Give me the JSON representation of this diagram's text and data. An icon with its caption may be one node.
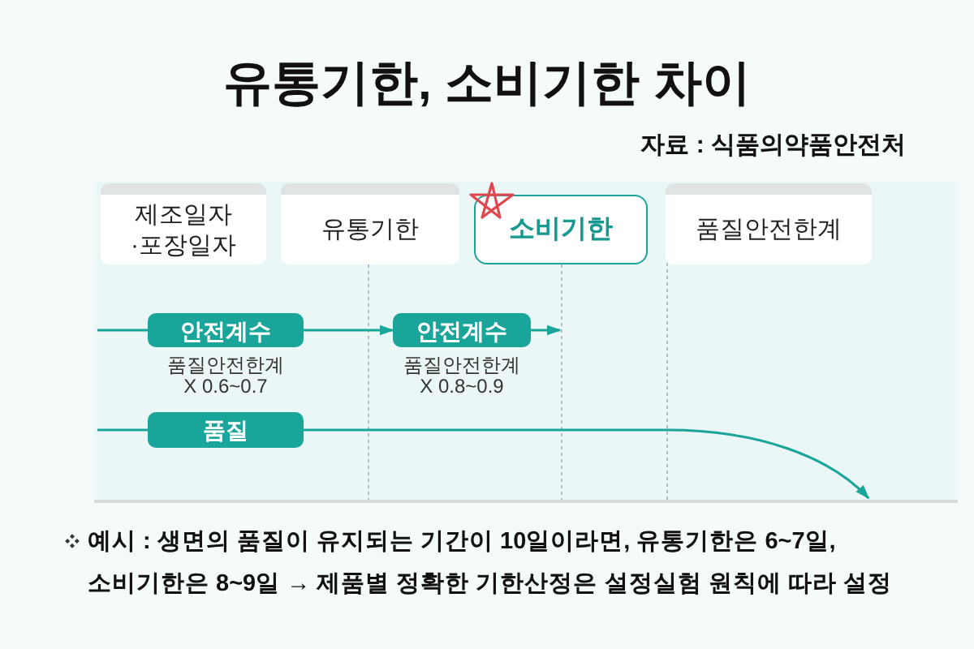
{
  "diagram": {
    "title": "유통기한, 소비기한 차이",
    "nodes": [
      {
        "text": [
          "제조일자 ·포장일자"
        ]
      },
      {
        "text": [
          "유통기한"
        ]
      },
      {
        "text": [
          "소비기한"
        ]
      },
      {
        "text": [
          "품질안전한계"
        ]
      },
      {
        "text": [
          "안전계수"
        ],
        "beside": [
          "품질안전한계 X 0.6~0.7"
        ]
      },
      {
        "text": [
          "안전계수"
        ],
        "beside": [
          "품질안전한계 X 0.8~0.9"
        ]
      },
      {
        "text": [
          "품질"
        ]
      }
    ],
    "edges": [
      {
        "from": null,
        "to": 4,
        "arrow": "none"
      },
      {
        "from": 4,
        "to": 5,
        "arrow": "to"
      },
      {
        "from": 5,
        "to": null,
        "arrow": "to"
      },
      {
        "from": null,
        "to": 6,
        "arrow": "none"
      },
      {
        "from": 6,
        "to": null,
        "arrow": "to"
      }
    ],
    "labels": [
      "자료 : 식품의약품안전처",
      "예시 : 생면의 품질이 유지되는 기간이 10일이라면, 유통기한은 6~7일, 소비기한은 8~9일 → 제품별 정확한 기한산정은 설정실험 원칙에 따라 설정"
    ]
  }
}
